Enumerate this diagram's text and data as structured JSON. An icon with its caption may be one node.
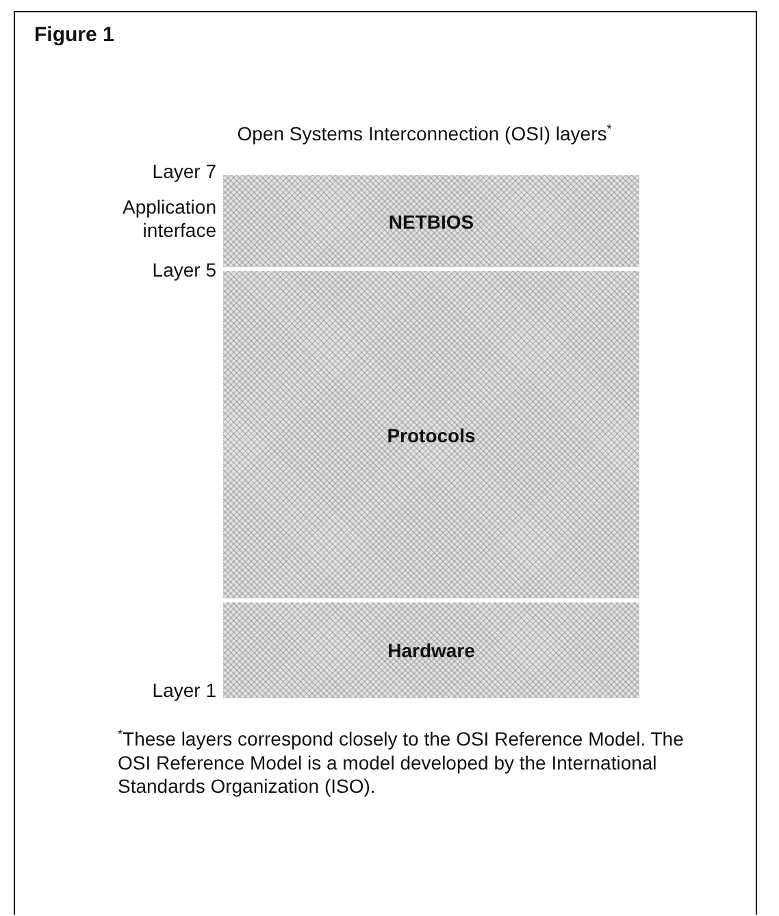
{
  "diagram": {
    "title": "Figure 1",
    "nodes": [
      {
        "text": [
          "NETBIOS"
        ]
      },
      {
        "text": [
          "Protocols"
        ]
      },
      {
        "text": [
          "Hardware"
        ]
      }
    ],
    "labels": [
      "Open Systems Interconnection (OSI) layers$^{*}$",
      "Layer 7",
      "Application interface",
      "Layer 5",
      "Layer 1",
      "$^{*}$These layers correspond closely to the OSI Reference Model. The OSI Reference Model is a model developed by the International Standards Organization (ISO)."
    ]
  }
}
